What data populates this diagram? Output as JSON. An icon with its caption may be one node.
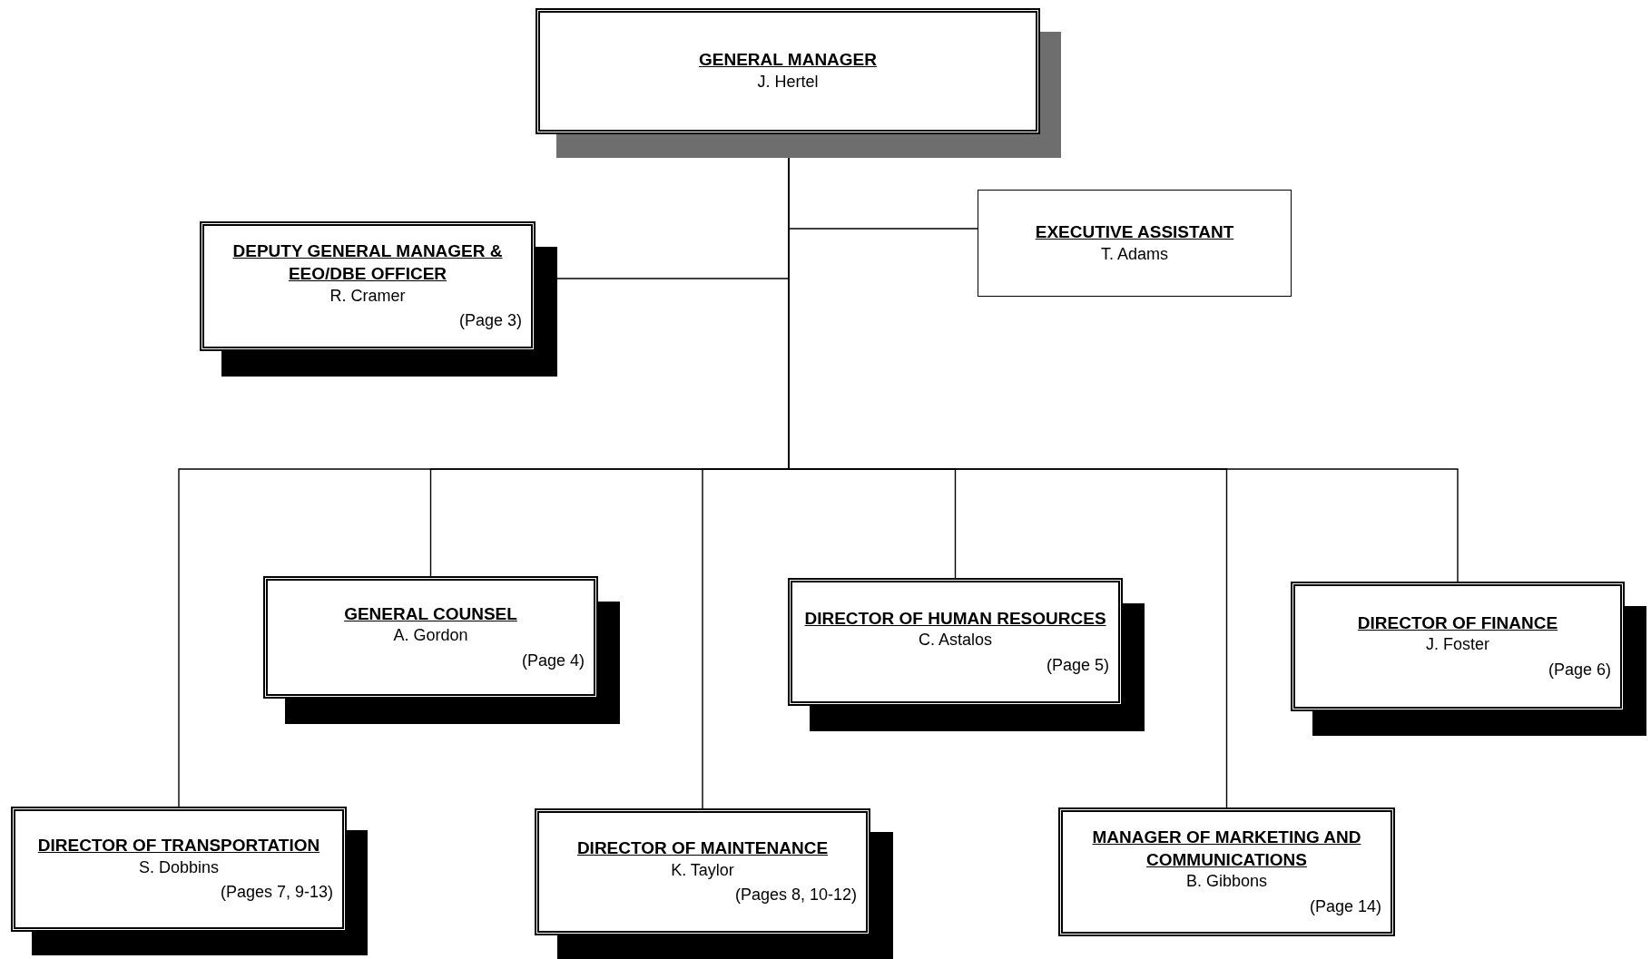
{
  "diagram": {
    "nodes": [
      {
        "text": [
          "GENERAL MANAGER",
          "J. Hertel"
        ]
      },
      {
        "text": [
          "EXECUTIVE ASSISTANT",
          "T. Adams"
        ]
      },
      {
        "text": [
          "DEPUTY GENERAL MANAGER & EEO/DBE OFFICER",
          "R. Cramer",
          "(Page 3)"
        ]
      },
      {
        "text": [
          "GENERAL COUNSEL",
          "A. Gordon",
          "(Page 4)"
        ]
      },
      {
        "text": [
          "DIRECTOR OF HUMAN RESOURCES",
          "C. Astalos",
          "(Page 5)"
        ]
      },
      {
        "text": [
          "DIRECTOR OF FINANCE",
          "J. Foster",
          "(Page 6)"
        ]
      },
      {
        "text": [
          "DIRECTOR OF TRANSPORTATION",
          "S. Dobbins",
          "(Pages 7, 9-13)"
        ]
      },
      {
        "text": [
          "DIRECTOR OF MAINTENANCE",
          "K. Taylor",
          "(Pages 8, 10-12)"
        ]
      },
      {
        "text": [
          "MANAGER OF MARKETING AND COMMUNICATIONS",
          "B. Gibbons",
          "(Page 14)"
        ]
      }
    ],
    "edges": [
      {
        "from": 0,
        "to": 1,
        "arrow": "none"
      },
      {
        "from": 0,
        "to": 2,
        "arrow": "none"
      },
      {
        "from": 0,
        "to": 3,
        "arrow": "none"
      },
      {
        "from": 0,
        "to": 4,
        "arrow": "none"
      },
      {
        "from": 0,
        "to": 5,
        "arrow": "none"
      },
      {
        "from": 0,
        "to": 6,
        "arrow": "none"
      },
      {
        "from": 0,
        "to": 7,
        "arrow": "none"
      },
      {
        "from": 0,
        "to": 8,
        "arrow": "none"
      }
    ]
  }
}
